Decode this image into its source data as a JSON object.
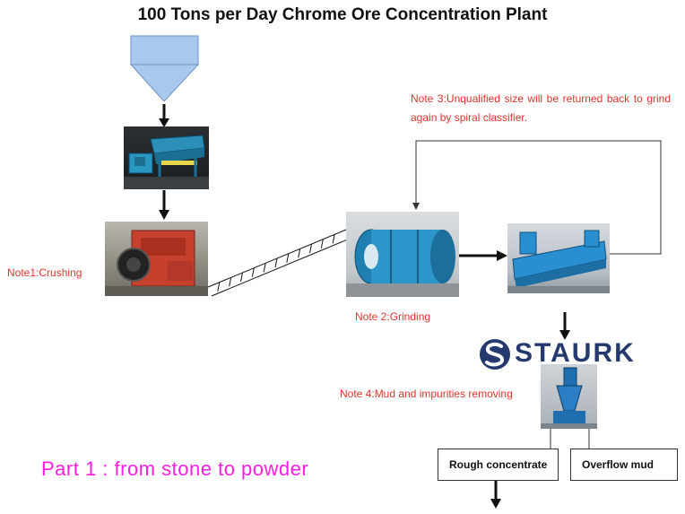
{
  "title": "100 Tons per Day Chrome Ore Concentration Plant",
  "notes": {
    "crushing": "Note1:Crushing",
    "grinding": "Note 2:Grinding",
    "classifier_return": "Note 3:Unqualified size will be returned back to grind again by spiral classifier.",
    "mud_removing": "Note 4:Mud and impurities removing"
  },
  "outputs": {
    "rough_concentrate": "Rough concentrate",
    "overflow_mud": "Overflow mud"
  },
  "brand": {
    "name": "STAURK",
    "color": "#243a6e"
  },
  "caption": "Part 1 : from stone to powder",
  "colors": {
    "note": "#e0342c",
    "caption": "#ff1ddf",
    "hopper": "#a9c8ee"
  },
  "equipment": [
    "hopper",
    "vibrating-feeder",
    "jaw-crusher",
    "belt-conveyor",
    "ball-mill",
    "spiral-classifier",
    "desliming-cone"
  ]
}
